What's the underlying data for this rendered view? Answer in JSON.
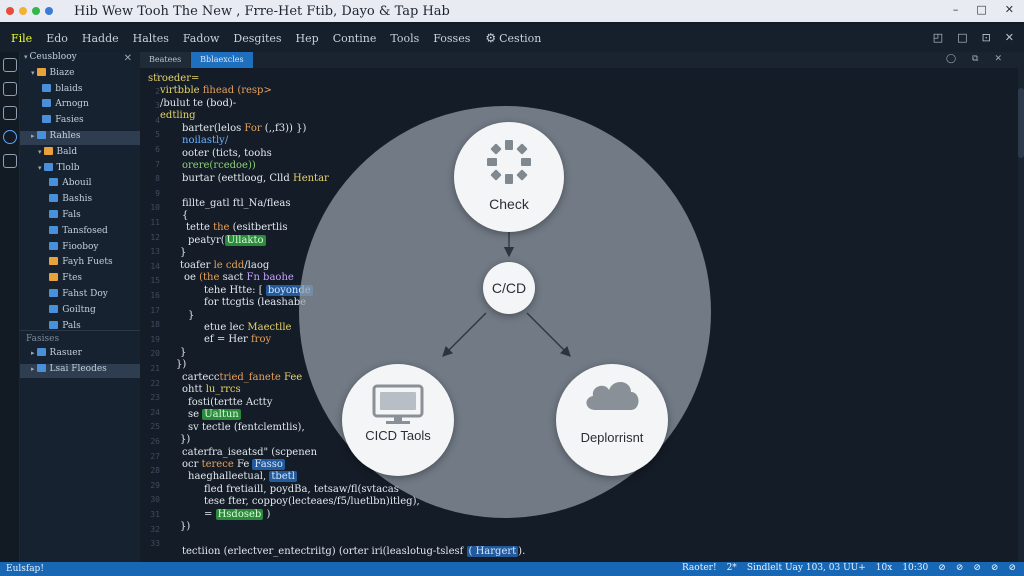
{
  "window": {
    "title": "Hib Wew Tooh The New , Frre-Het Ftib, Dayo & Tap Hab",
    "controls": {
      "minimize": "–",
      "maximize": "□",
      "close": "✕"
    }
  },
  "menubar": {
    "items": [
      "File",
      "Edo",
      "Hadde",
      "Haltes",
      "Fadow",
      "Desgites",
      "Hep",
      "Contine",
      "Tools",
      "Fosses",
      "Cestion"
    ],
    "right_icons": [
      "◰",
      "□",
      "⊡",
      "✕"
    ]
  },
  "sidebar": {
    "close_label": "✕",
    "tree": [
      {
        "label": "Ceusblooy",
        "indent": 0,
        "arrow": "▾",
        "icon": "none",
        "selected": false
      },
      {
        "label": "Biaze",
        "indent": 1,
        "arrow": "▾",
        "icon": "folder-orange",
        "selected": false
      },
      {
        "label": "blaids",
        "indent": 2,
        "arrow": "",
        "icon": "file-blue",
        "selected": false
      },
      {
        "label": "Arnogn",
        "indent": 2,
        "arrow": "",
        "icon": "file-blue",
        "selected": false
      },
      {
        "label": "Fasies",
        "indent": 2,
        "arrow": "",
        "icon": "file-blue",
        "selected": false
      },
      {
        "label": "Rahles",
        "indent": 1,
        "arrow": "▸",
        "icon": "folder-blue",
        "selected": true
      },
      {
        "label": "Bald",
        "indent": 2,
        "arrow": "▾",
        "icon": "folder-orange",
        "selected": false
      },
      {
        "label": "Tlolb",
        "indent": 2,
        "arrow": "▾",
        "icon": "file-blue",
        "selected": false
      },
      {
        "label": "Abouil",
        "indent": 3,
        "arrow": "",
        "icon": "file-blue",
        "selected": false
      },
      {
        "label": "Bashis",
        "indent": 3,
        "arrow": "",
        "icon": "file-blue",
        "selected": false
      },
      {
        "label": "Fals",
        "indent": 3,
        "arrow": "",
        "icon": "file-blue",
        "selected": false
      },
      {
        "label": "Tansfosed",
        "indent": 3,
        "arrow": "",
        "icon": "file-blue",
        "selected": false
      },
      {
        "label": "Fiooboy",
        "indent": 3,
        "arrow": "",
        "icon": "file-blue",
        "selected": false
      },
      {
        "label": "Fayh Fuets",
        "indent": 3,
        "arrow": "",
        "icon": "folder-orange",
        "selected": false
      },
      {
        "label": "Ftes",
        "indent": 3,
        "arrow": "",
        "icon": "folder-orange",
        "selected": false
      },
      {
        "label": "Fahst Doy",
        "indent": 3,
        "arrow": "",
        "icon": "file-blue",
        "selected": false
      },
      {
        "label": "Goiltng",
        "indent": 3,
        "arrow": "",
        "icon": "file-blue",
        "selected": false
      },
      {
        "label": "Pals",
        "indent": 3,
        "arrow": "",
        "icon": "file-blue",
        "selected": false
      }
    ],
    "section_label": "Fasises",
    "bottom_tree": [
      {
        "label": "Rasuer",
        "indent": 1,
        "arrow": "▸",
        "icon": "folder-blue",
        "selected": false
      },
      {
        "label": "Lsai Fleodes",
        "indent": 1,
        "arrow": "▸",
        "icon": "file-blue",
        "selected": true
      }
    ]
  },
  "editor": {
    "tabs": [
      {
        "label": "Beatees",
        "active": false
      },
      {
        "label": "Bblaexcles",
        "active": true
      }
    ],
    "tab_right_icons": [
      "◯",
      "⧉",
      "✕"
    ],
    "line_numbers": [
      "1",
      "2",
      "3",
      "4",
      "5",
      "6",
      "7",
      "8",
      "9",
      "10",
      "11",
      "12",
      "13",
      "14",
      "15",
      "16",
      "17",
      "18",
      "19",
      "20",
      "21",
      "22",
      "23",
      "24",
      "25",
      "26",
      "27",
      "28",
      "29",
      "30",
      "31",
      "32",
      "33"
    ],
    "code_lines": [
      {
        "indent": 8,
        "parts": [
          {
            "t": "stroeder=",
            "c": "c-y"
          }
        ]
      },
      {
        "indent": 20,
        "parts": [
          {
            "t": "virtbble ",
            "c": "c-y"
          },
          {
            "t": "fihead (resp>",
            "c": "c-o"
          }
        ]
      },
      {
        "indent": 20,
        "parts": [
          {
            "t": "/bulut te (bod)-",
            "c": "c-w"
          }
        ]
      },
      {
        "indent": 20,
        "parts": [
          {
            "t": "edtling",
            "c": "c-y"
          }
        ]
      },
      {
        "indent": 42,
        "parts": [
          {
            "t": "barter(lelos  ",
            "c": "c-w"
          },
          {
            "t": "For  ",
            "c": "c-o"
          },
          {
            "t": "(,,f3)) })",
            "c": "c-w"
          }
        ]
      },
      {
        "indent": 42,
        "parts": [
          {
            "t": "noilastly/",
            "c": "c-b"
          }
        ]
      },
      {
        "indent": 42,
        "parts": [
          {
            "t": "ooter ",
            "c": "c-w"
          },
          {
            "t": "(ticts, toohs",
            "c": "c-w"
          }
        ]
      },
      {
        "indent": 42,
        "parts": [
          {
            "t": "orere(rcedoe))",
            "c": "c-g"
          }
        ]
      },
      {
        "indent": 42,
        "parts": [
          {
            "t": "burtar ",
            "c": "c-w"
          },
          {
            "t": "(eettloog, Clld ",
            "c": "c-w"
          },
          {
            "t": "Hentar",
            "c": "c-y"
          }
        ]
      },
      {
        "indent": 42,
        "parts": [
          {
            "t": "",
            "c": "c-w"
          }
        ]
      },
      {
        "indent": 42,
        "parts": [
          {
            "t": "fillte_gatl ",
            "c": "c-w"
          },
          {
            "t": "ftl_Na/fleas",
            "c": "c-w"
          }
        ]
      },
      {
        "indent": 42,
        "parts": [
          {
            "t": "{",
            "c": "c-w"
          }
        ]
      },
      {
        "indent": 46,
        "parts": [
          {
            "t": "tette ",
            "c": "c-w"
          },
          {
            "t": "the ",
            "c": "c-o"
          },
          {
            "t": "(esitbertlis",
            "c": "c-w"
          }
        ]
      },
      {
        "indent": 48,
        "parts": [
          {
            "t": "peatyr",
            "c": "c-w"
          },
          {
            "t": "(",
            "c": "c-w"
          },
          {
            "t": "Ullakto",
            "c": "hl-g"
          }
        ]
      },
      {
        "indent": 40,
        "parts": [
          {
            "t": "}",
            "c": "c-w"
          }
        ]
      },
      {
        "indent": 40,
        "parts": [
          {
            "t": "toafer ",
            "c": "c-w"
          },
          {
            "t": "le cdd",
            "c": "c-o"
          },
          {
            "t": "/laog",
            "c": "c-w"
          }
        ]
      },
      {
        "indent": 44,
        "parts": [
          {
            "t": "oe ",
            "c": "c-w"
          },
          {
            "t": "(the ",
            "c": "c-o"
          },
          {
            "t": "sact ",
            "c": "c-w"
          },
          {
            "t": "Fn baohe",
            "c": "c-p"
          }
        ]
      },
      {
        "indent": 64,
        "parts": [
          {
            "t": "tehe ",
            "c": "c-w"
          },
          {
            "t": "Htte: ",
            "c": "c-w"
          },
          {
            "t": "[ ",
            "c": "c-w"
          },
          {
            "t": "boyonde",
            "c": "hl-b"
          }
        ]
      },
      {
        "indent": 64,
        "parts": [
          {
            "t": "for ",
            "c": "c-w"
          },
          {
            "t": "ttcgtis ",
            "c": "c-w"
          },
          {
            "t": "(leashabe",
            "c": "c-w"
          }
        ]
      },
      {
        "indent": 48,
        "parts": [
          {
            "t": "}",
            "c": "c-w"
          }
        ]
      },
      {
        "indent": 64,
        "parts": [
          {
            "t": "etue ",
            "c": "c-w"
          },
          {
            "t": "lec ",
            "c": "c-w"
          },
          {
            "t": "Maectlle",
            "c": "c-y"
          }
        ]
      },
      {
        "indent": 64,
        "parts": [
          {
            "t": "ef ",
            "c": "c-w"
          },
          {
            "t": "= ",
            "c": "c-w"
          },
          {
            "t": "Her ",
            "c": "c-w"
          },
          {
            "t": "froy",
            "c": "c-o"
          }
        ]
      },
      {
        "indent": 40,
        "parts": [
          {
            "t": "}",
            "c": "c-w"
          }
        ]
      },
      {
        "indent": 36,
        "parts": [
          {
            "t": "})",
            "c": "c-w"
          }
        ]
      },
      {
        "indent": 42,
        "parts": [
          {
            "t": "cartecc",
            "c": "c-w"
          },
          {
            "t": "tried_fanete ",
            "c": "c-o"
          },
          {
            "t": "Fee",
            "c": "c-y"
          }
        ]
      },
      {
        "indent": 42,
        "parts": [
          {
            "t": "ohtt ",
            "c": "c-w"
          },
          {
            "t": "lu_rrcs",
            "c": "c-y"
          }
        ]
      },
      {
        "indent": 48,
        "parts": [
          {
            "t": "fosti(t",
            "c": "c-w"
          },
          {
            "t": "ertte ",
            "c": "c-w"
          },
          {
            "t": "Actty",
            "c": "c-w"
          }
        ]
      },
      {
        "indent": 48,
        "parts": [
          {
            "t": "se ",
            "c": "c-w"
          },
          {
            "t": "Ualtun",
            "c": "hl-g"
          }
        ]
      },
      {
        "indent": 48,
        "parts": [
          {
            "t": "sv ",
            "c": "c-w"
          },
          {
            "t": "tectle (fentclemtlis),",
            "c": "c-w"
          }
        ]
      },
      {
        "indent": 40,
        "parts": [
          {
            "t": "})",
            "c": "c-w"
          }
        ]
      },
      {
        "indent": 42,
        "parts": [
          {
            "t": "caterfra_iseatsd\" ",
            "c": "c-w"
          },
          {
            "t": "(scpenen",
            "c": "c-w"
          }
        ]
      },
      {
        "indent": 42,
        "parts": [
          {
            "t": "ocr ",
            "c": "c-w"
          },
          {
            "t": "terece ",
            "c": "c-o"
          },
          {
            "t": "Fe ",
            "c": "c-w"
          },
          {
            "t": "Fasso",
            "c": "hl-b"
          }
        ]
      },
      {
        "indent": 48,
        "parts": [
          {
            "t": "haeghalleetual, ",
            "c": "c-w"
          },
          {
            "t": "tbetl",
            "c": "hl-b"
          }
        ]
      },
      {
        "indent": 64,
        "parts": [
          {
            "t": "fled ",
            "c": "c-w"
          },
          {
            "t": "fretiaill, ",
            "c": "c-w"
          },
          {
            "t": "poydBa, ",
            "c": "c-w"
          },
          {
            "t": "tetsaw/fl(svtacas",
            "c": "c-w"
          }
        ]
      },
      {
        "indent": 64,
        "parts": [
          {
            "t": "tese ",
            "c": "c-w"
          },
          {
            "t": "fter, ",
            "c": "c-w"
          },
          {
            "t": "coppoy(lecteaes/f5/luetlbn)itleg),",
            "c": "c-w"
          }
        ]
      },
      {
        "indent": 64,
        "parts": [
          {
            "t": "= ",
            "c": "c-w"
          },
          {
            "t": "Hsdoseb",
            "c": "hl-g"
          },
          {
            "t": " )",
            "c": "c-w"
          }
        ]
      },
      {
        "indent": 40,
        "parts": [
          {
            "t": "})",
            "c": "c-w"
          }
        ]
      },
      {
        "indent": 42,
        "parts": [
          {
            "t": "",
            "c": "c-w"
          }
        ]
      },
      {
        "indent": 42,
        "parts": [
          {
            "t": "tectiion ",
            "c": "c-w"
          },
          {
            "t": "(erlectver_entectriitg) ",
            "c": "c-w"
          },
          {
            "t": "(orter iri(leaslotug-tslesf ",
            "c": "c-w"
          },
          {
            "t": "( Hargert",
            "c": "hl-b"
          },
          {
            "t": ").",
            "c": "c-w"
          }
        ]
      }
    ]
  },
  "diagram": {
    "center_label": "C/CD",
    "nodes": {
      "check": "Check",
      "tools": "CICD Taols",
      "deploy": "Deplorrisnt"
    }
  },
  "statusbar": {
    "left": "Eulsfap!",
    "right": [
      "Raoter!",
      "2*",
      "Sindlelt Uay 103, 03 UU+",
      "10x",
      "10:30",
      "⊘",
      "⊘",
      "⊘",
      "⊘",
      "⊘"
    ]
  },
  "colors": {
    "accent": "#1f6fbf",
    "status": "#1767b4",
    "title_dots": [
      "#e84c3d",
      "#f2b233",
      "#35b54a",
      "#3a7bd5"
    ]
  }
}
